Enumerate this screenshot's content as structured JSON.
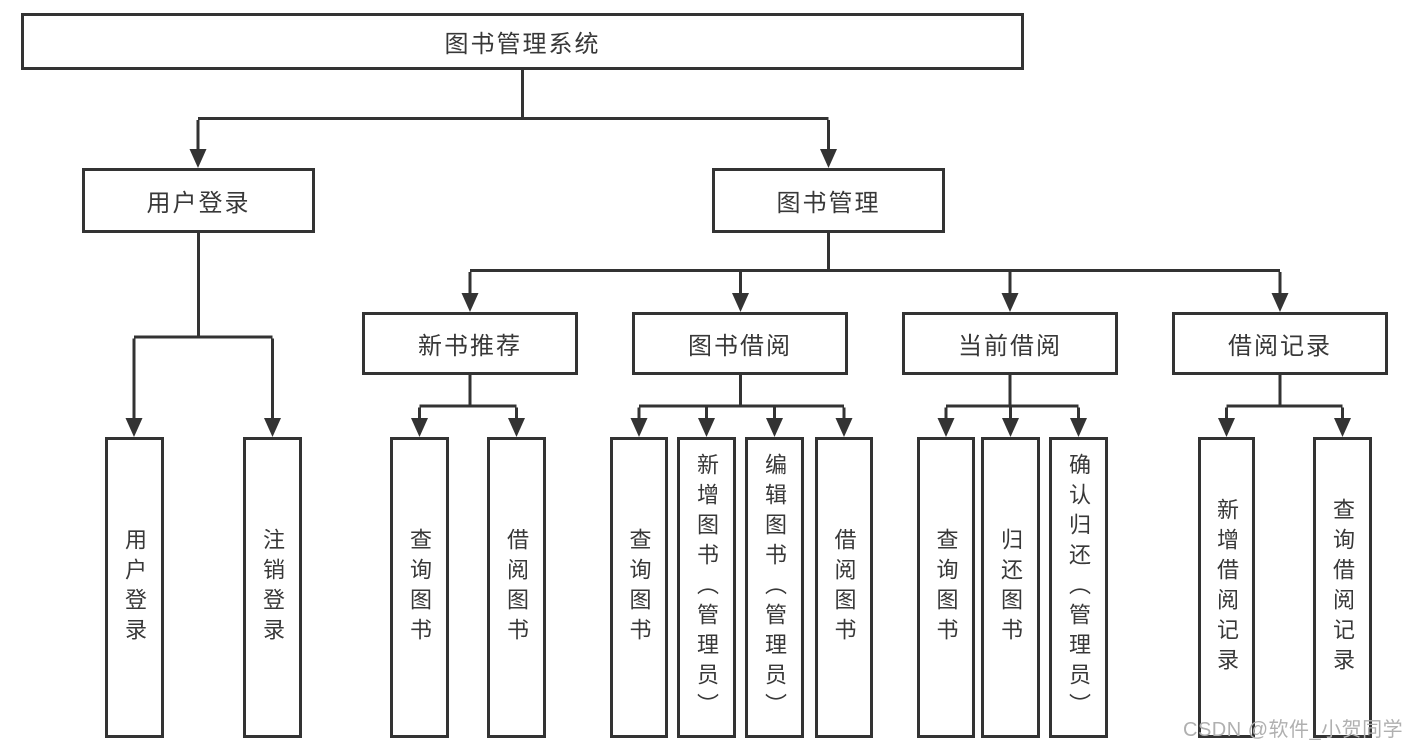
{
  "diagram": {
    "root": "图书管理系统",
    "login": {
      "label": "用户登录",
      "leaves": [
        "用户登录",
        "注销登录"
      ]
    },
    "management": {
      "label": "图书管理",
      "new_books": {
        "label": "新书推荐",
        "leaves": [
          "查询图书",
          "借阅图书"
        ]
      },
      "borrowing": {
        "label": "图书借阅",
        "leaves": [
          "查询图书",
          "新增图书（管理员）",
          "编辑图书（管理员）",
          "借阅图书"
        ]
      },
      "current": {
        "label": "当前借阅",
        "leaves": [
          "查询图书",
          "归还图书",
          "确认归还（管理员）"
        ]
      },
      "records": {
        "label": "借阅记录",
        "leaves": [
          "新增借阅记录",
          "查询借阅记录"
        ]
      }
    }
  },
  "watermark": "CSDN @软件_小贺同学",
  "colors": {
    "line": "#333333",
    "text": "#383838",
    "watermark": "#b0b0b0",
    "background": "#ffffff"
  }
}
